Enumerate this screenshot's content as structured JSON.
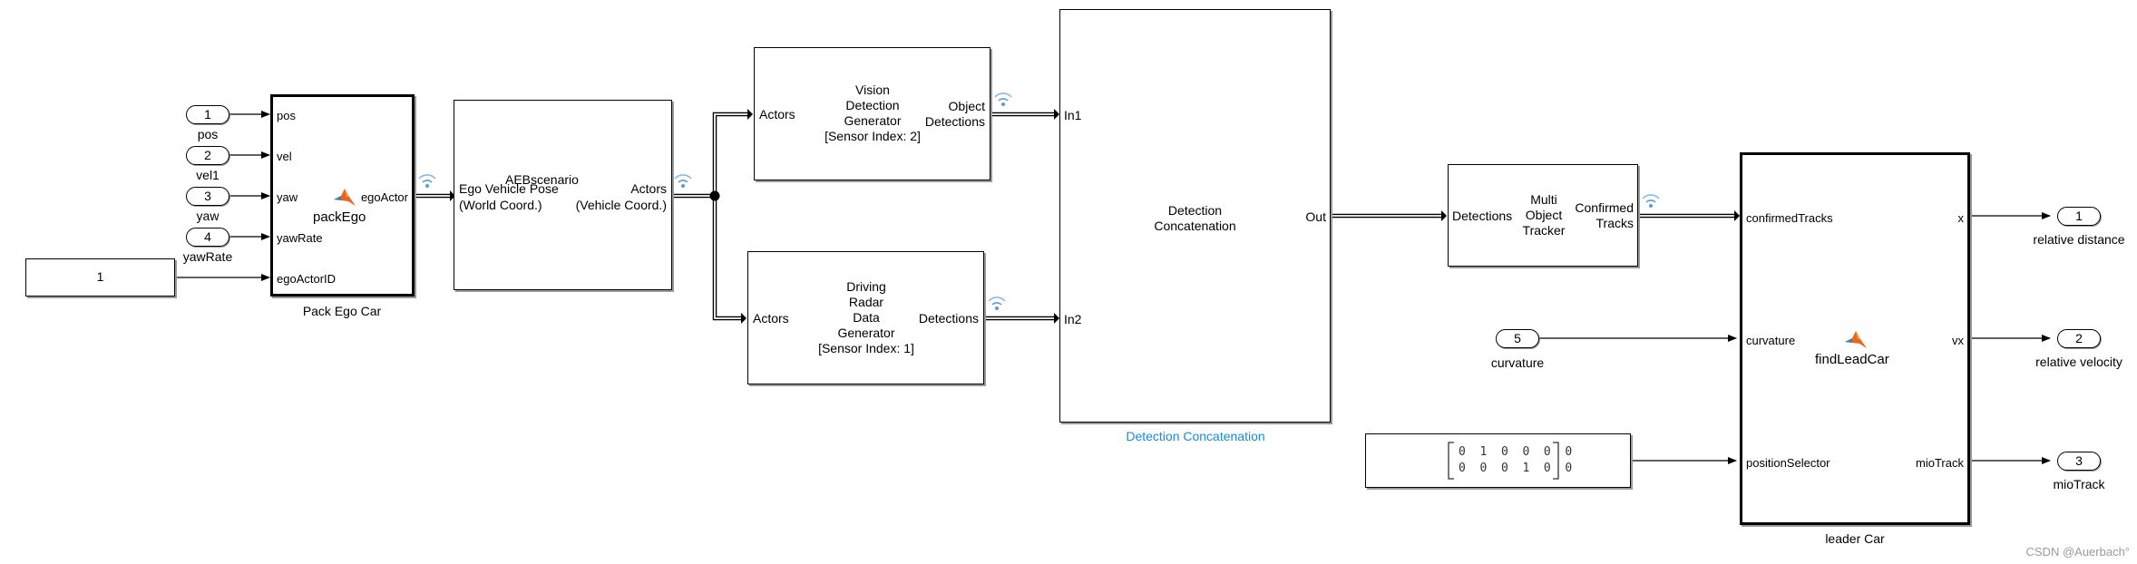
{
  "pack_ego": {
    "name": "Pack Ego Car",
    "function": "packEgo",
    "inputs": [
      "pos",
      "vel",
      "yaw",
      "yawRate",
      "egoActorID"
    ],
    "output": "egoActor"
  },
  "inports": [
    {
      "num": "1",
      "label": "pos"
    },
    {
      "num": "2",
      "label": "vel1"
    },
    {
      "num": "3",
      "label": "yaw"
    },
    {
      "num": "4",
      "label": "yawRate"
    }
  ],
  "constant_1": "1",
  "scenario": {
    "title": "AEBscenario",
    "in_line1": "Ego Vehicle Pose",
    "in_line2": "(World Coord.)",
    "out_line1": "Actors",
    "out_line2": "(Vehicle Coord.)"
  },
  "vision": {
    "in": "Actors",
    "lines": [
      "Vision",
      "Detection",
      "Generator",
      "[Sensor Index: 2]"
    ],
    "out_line1": "Object",
    "out_line2": "Detections"
  },
  "radar": {
    "in": "Actors",
    "lines": [
      "Driving",
      "Radar",
      "Data",
      "Generator",
      "[Sensor Index: 1]"
    ],
    "out": "Detections"
  },
  "concat": {
    "in1": "In1",
    "in2": "In2",
    "line1": "Detection",
    "line2": "Concatenation",
    "out": "Out",
    "name": "Detection Concatenation"
  },
  "tracker": {
    "in": "Detections",
    "lines": [
      "Multi",
      "Object",
      "Tracker"
    ],
    "out_line1": "Confirmed",
    "out_line2": "Tracks"
  },
  "curvature_port": {
    "num": "5",
    "label": "curvature"
  },
  "matrix_rows": [
    "0  1  0  0  0  0",
    "0  0  0  1  0  0"
  ],
  "leader": {
    "name": "leader Car",
    "function": "findLeadCar",
    "inputs": [
      "confirmedTracks",
      "curvature",
      "positionSelector"
    ],
    "outputs": [
      "x",
      "vx",
      "mioTrack"
    ]
  },
  "outports": [
    {
      "num": "1",
      "label": "relative distance"
    },
    {
      "num": "2",
      "label": "relative velocity"
    },
    {
      "num": "3",
      "label": "mioTrack"
    }
  ],
  "watermark": "CSDN @Auerbach°",
  "colors": {
    "link": "#1a8bd8",
    "wireless_icon": "#5b9bd5",
    "matlab_icon": "#e8661e"
  }
}
